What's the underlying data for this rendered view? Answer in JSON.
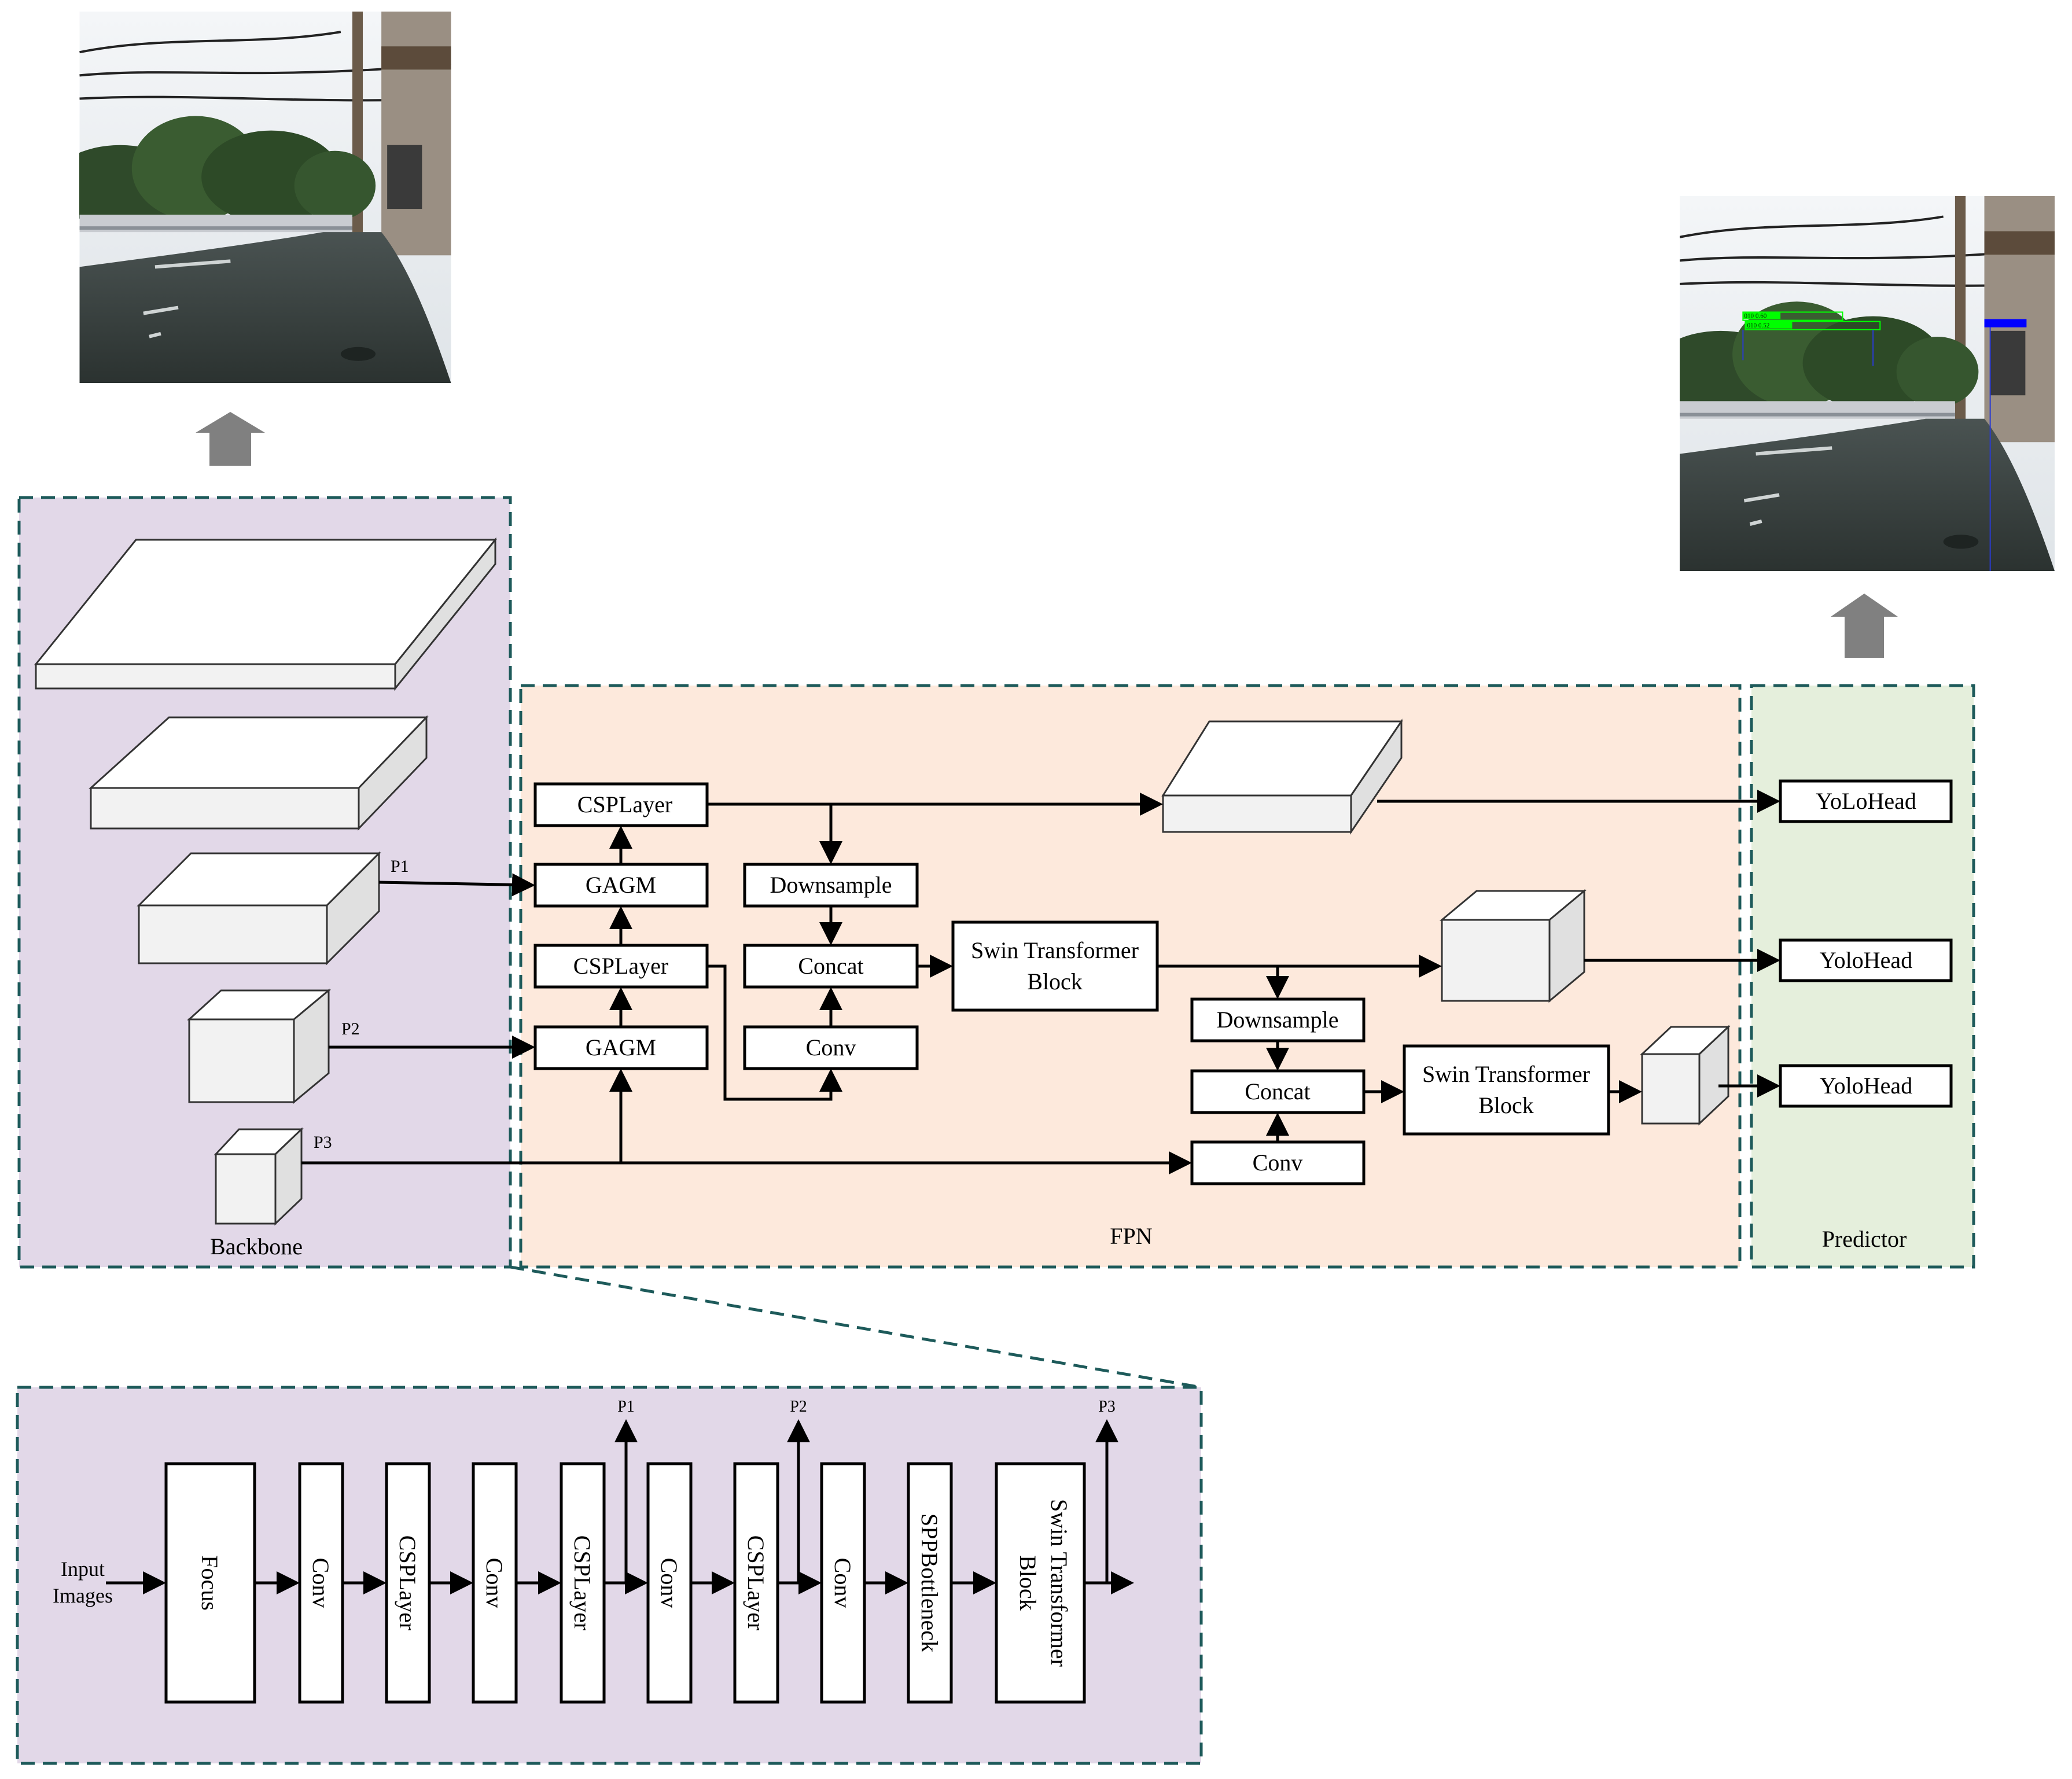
{
  "regions": {
    "backbone": "Backbone",
    "fpn": "FPN",
    "predictor": "Predictor"
  },
  "backbone_outputs": {
    "p1": "P1",
    "p2": "P2",
    "p3": "P3"
  },
  "fpn_blocks": {
    "csplayer_top": "CSPLayer",
    "gagm_top": "GAGM",
    "csplayer_mid": "CSPLayer",
    "gagm_bottom": "GAGM",
    "downsample_1": "Downsample",
    "concat_1": "Concat",
    "conv_1": "Conv",
    "swin_1": [
      "Swin Transformer",
      "Block"
    ],
    "downsample_2": "Downsample",
    "concat_2": "Concat",
    "conv_2": "Conv",
    "swin_2": [
      "Swin Transformer",
      "Block"
    ]
  },
  "predictor_heads": [
    "YoLoHead",
    "YoloHead",
    "YoloHead"
  ],
  "backbone_detail": {
    "input_label": [
      "Input",
      "Images"
    ],
    "blocks": [
      "Focus",
      "Conv",
      "CSPLayer",
      "Conv",
      "CSPLayer",
      "Conv",
      "CSPLayer",
      "Conv",
      "SPPBottleneck",
      "Swin Transformer Block"
    ],
    "swin_lines": [
      "Swin Transformer",
      "Block"
    ],
    "taps": [
      "P1",
      "P2",
      "P3"
    ]
  },
  "detections": [
    "010 0.60",
    "010 0.52"
  ],
  "colors": {
    "backbone_bg": "#e2d8e8",
    "fpn_bg": "#fde9dc",
    "predictor_bg": "#e5efdc",
    "dash_border": "#1d5a5a",
    "arrow_up": "#808080",
    "detection_green": "#00ff00",
    "detection_blue": "#0000ff"
  }
}
